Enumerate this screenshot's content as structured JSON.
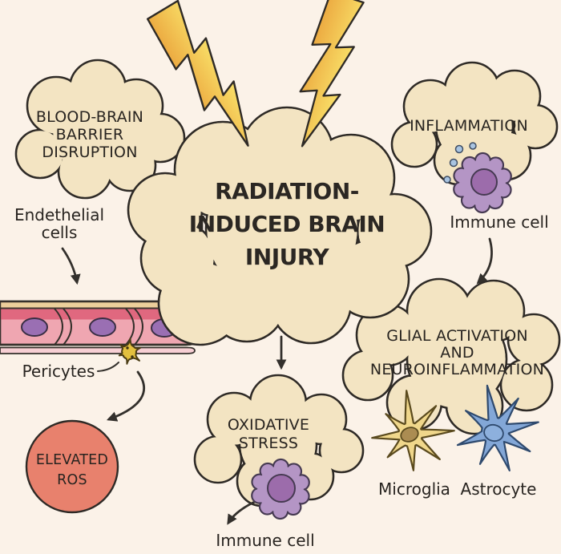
{
  "diagram_title": "Radiation-induced brain injury diagram",
  "central": {
    "label": "RADIATION-\nINDUCED BRAIN\nINJURY"
  },
  "clouds": {
    "bbb": {
      "label": "BLOOD-BRAIN\nBARRIER\nDISRUPTION"
    },
    "inflammation": {
      "label": "INFLAMMATION"
    },
    "glial": {
      "label": "GLIAL ACTIVATION\nAND\nNEUROINFLAMMATION"
    },
    "oxidative": {
      "label": "OXIDATIVE\nSTRESS"
    }
  },
  "nodes": {
    "elevated_ros": {
      "label": "ELEVATED\nROS"
    }
  },
  "labels": {
    "endothelial_cells": "Endethelial\ncells",
    "immune_cell_top": "Immune cell",
    "pericytes": "Pericytes",
    "immune_cell_bottom": "Immune cell",
    "microglia": "Microglia",
    "astrocyte": "Astrocyte"
  },
  "colors": {
    "background": "#fbf2e8",
    "cloud_fill": "#f3e4c2",
    "outline": "#2e2a26",
    "lightning_dark": "#ecaa41",
    "lightning_light": "#f9e169",
    "vessel_light_pink": "#efa6b1",
    "vessel_dark_pink": "#e0687f",
    "vessel_tan_stripe": "#eccf9b",
    "vessel_under_strip": "#f7cfd4",
    "nucleus_purple": "#9a6fb3",
    "immune_cell_body": "#b495c5",
    "immune_cell_nucleus": "#9c6cab",
    "secretion_dots_blue": "#a9c4e1",
    "pericyte_yellow": "#e3c03f",
    "ros_red": "#e8816d",
    "microglia_yellow": "#f0d78b",
    "microglia_nucleus": "#ab8c52",
    "astrocyte_blue": "#83a7d7",
    "astrocyte_nucleus": "#8db0dd",
    "text": "#282420"
  }
}
